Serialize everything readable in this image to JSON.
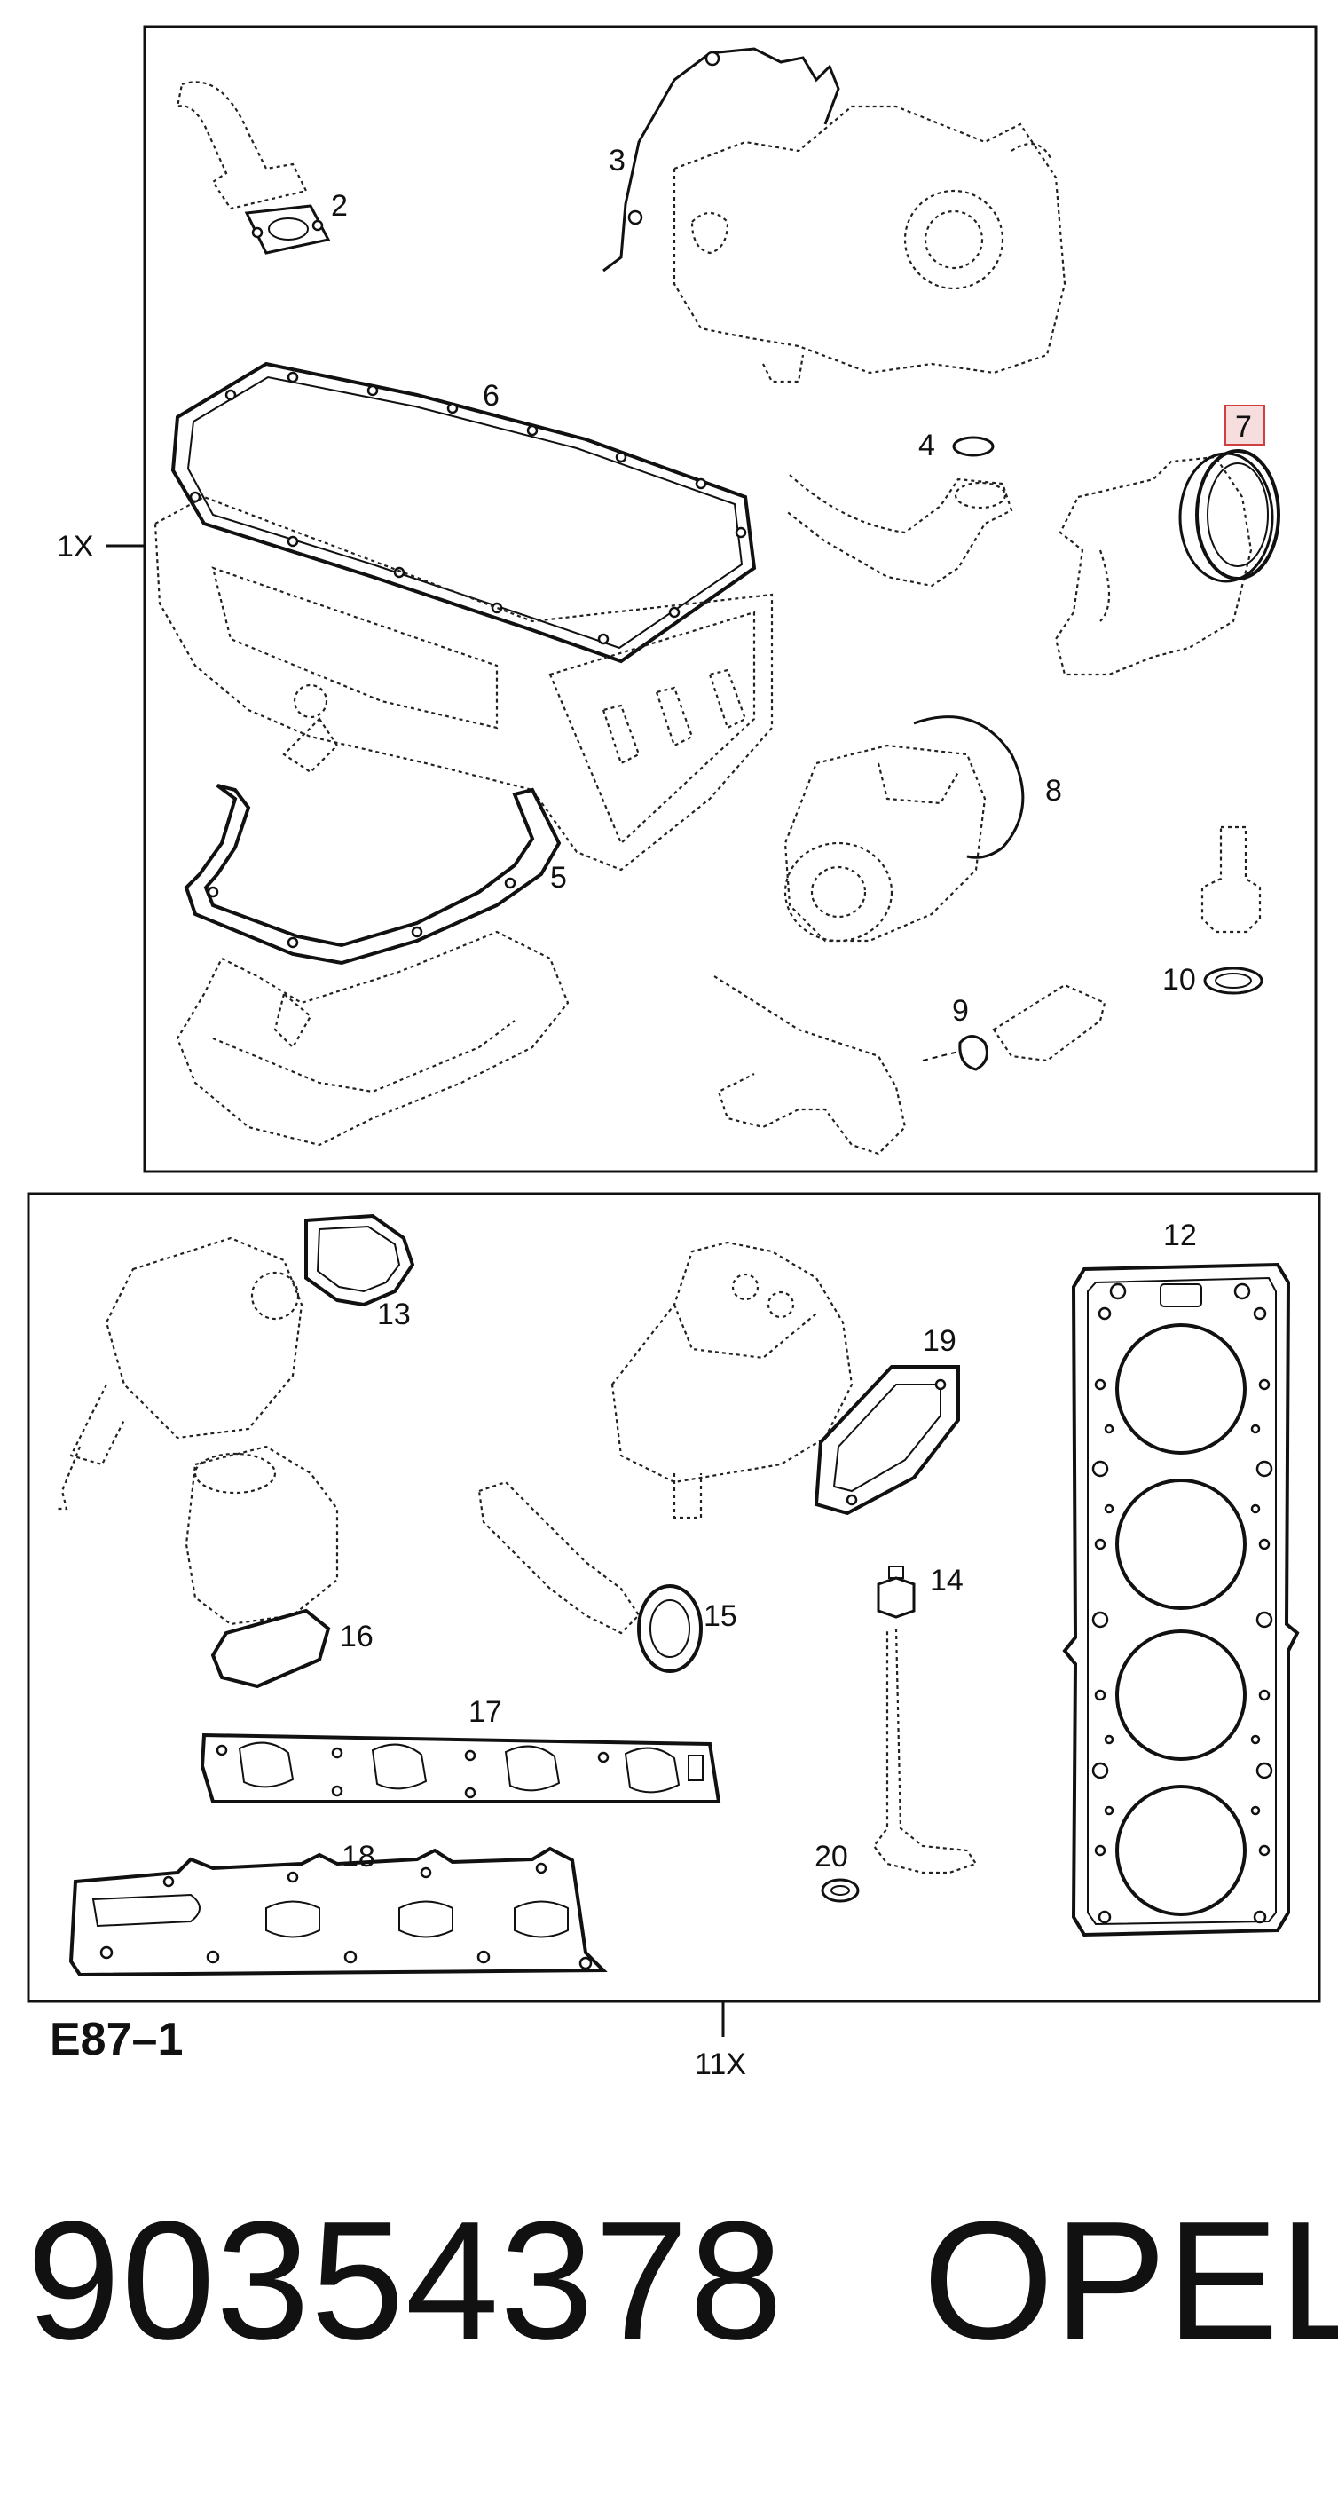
{
  "diagram_code": "E87–1",
  "part_number": "90354378",
  "brand": "OPEL",
  "kit_labels": {
    "upper": "1X",
    "lower": "11X"
  },
  "callouts": {
    "c2": "2",
    "c3": "3",
    "c4": "4",
    "c5": "5",
    "c6": "6",
    "c7": "7",
    "c8": "8",
    "c9": "9",
    "c10": "10",
    "c12": "12",
    "c13": "13",
    "c14": "14",
    "c15": "15",
    "c16": "16",
    "c17": "17",
    "c18": "18",
    "c19": "19",
    "c20": "20"
  },
  "colors": {
    "highlight_fill": "#f7dede",
    "highlight_stroke": "#d04040",
    "line": "#111111"
  }
}
